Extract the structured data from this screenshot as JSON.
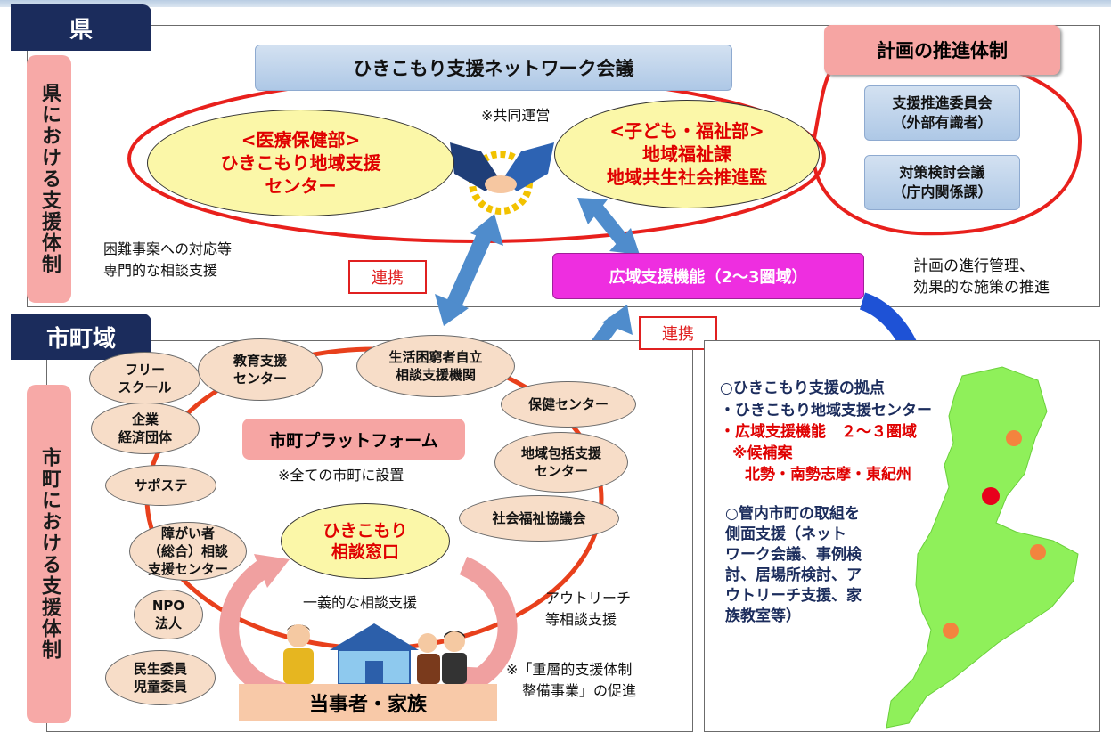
{
  "colors": {
    "navy": "#1b2c5c",
    "pink": "#f7a9a7",
    "accent_red": "#e00000",
    "magenta": "#ee2ee0",
    "map_green": "#8ff05a"
  },
  "prefecture": {
    "tab": "県",
    "side_label": "県における支援体制",
    "network_title": "ひきこもり支援ネットワーク会議",
    "joint_note": "※共同運営",
    "left_ellipse": [
      "<医療保健部>",
      "ひきこもり地域支援",
      "センター"
    ],
    "right_ellipse": [
      "<子ども・福祉部>",
      "地域福祉課",
      "地域共生社会推進監"
    ],
    "difficult_note": [
      "困難事案への対応等",
      "専門的な相談支援"
    ],
    "regional_function": "広域支援機能（2～3圏域）",
    "promotion_title": "計画の推進体制",
    "committee": [
      "支援推進委員会",
      "（外部有識者）"
    ],
    "council": [
      "対策検討会議",
      "（庁内関係課）"
    ],
    "plan_note": [
      "計画の進行管理、",
      "効果的な施策の推進"
    ]
  },
  "city": {
    "tab": "市町域",
    "side_label": "市町における支援体制",
    "nodes": {
      "free_school": [
        "フリー",
        "スクール"
      ],
      "education": [
        "教育支援",
        "センター"
      ],
      "poverty": [
        "生活困窮者自立",
        "相談支援機関"
      ],
      "company": [
        "企業",
        "経済団体"
      ],
      "health": [
        "保健センター"
      ],
      "comprehensive": [
        "地域包括支援",
        "センター"
      ],
      "saposute": [
        "サポステ"
      ],
      "welfare_council": [
        "社会福祉協議会"
      ],
      "disability": [
        "障がい者",
        "（総合）相談",
        "支援センター"
      ],
      "npo": [
        "NPO",
        "法人"
      ],
      "minsei": [
        "民生委員",
        "児童委員"
      ]
    },
    "platform_title": "市町プラットフォーム",
    "platform_note": "※全ての市町に設置",
    "window": [
      "ひきこもり",
      "相談窓口"
    ],
    "primary_support": "一義的な相談支援",
    "outreach": [
      "アウトリーチ",
      "等相談支援"
    ],
    "family": "当事者・家族",
    "layered_note": [
      "※「重層的支援体制",
      "整備事業」の促進"
    ]
  },
  "renkei": "連携",
  "map_panel": {
    "line1": "○ひきこもり支援の拠点",
    "line2": "・ひきこもり地域支援センター",
    "line3": "・広域支援機能　２～３圏域",
    "line4": "※候補案",
    "line5": "北勢・南勢志摩・東紀州",
    "line6": [
      "○管内市町の取組を",
      "側面支援（ネット",
      "ワーク会議、事例検",
      "討、居場所検討、ア",
      "ウトリーチ支援、家",
      "族教室等）"
    ]
  }
}
